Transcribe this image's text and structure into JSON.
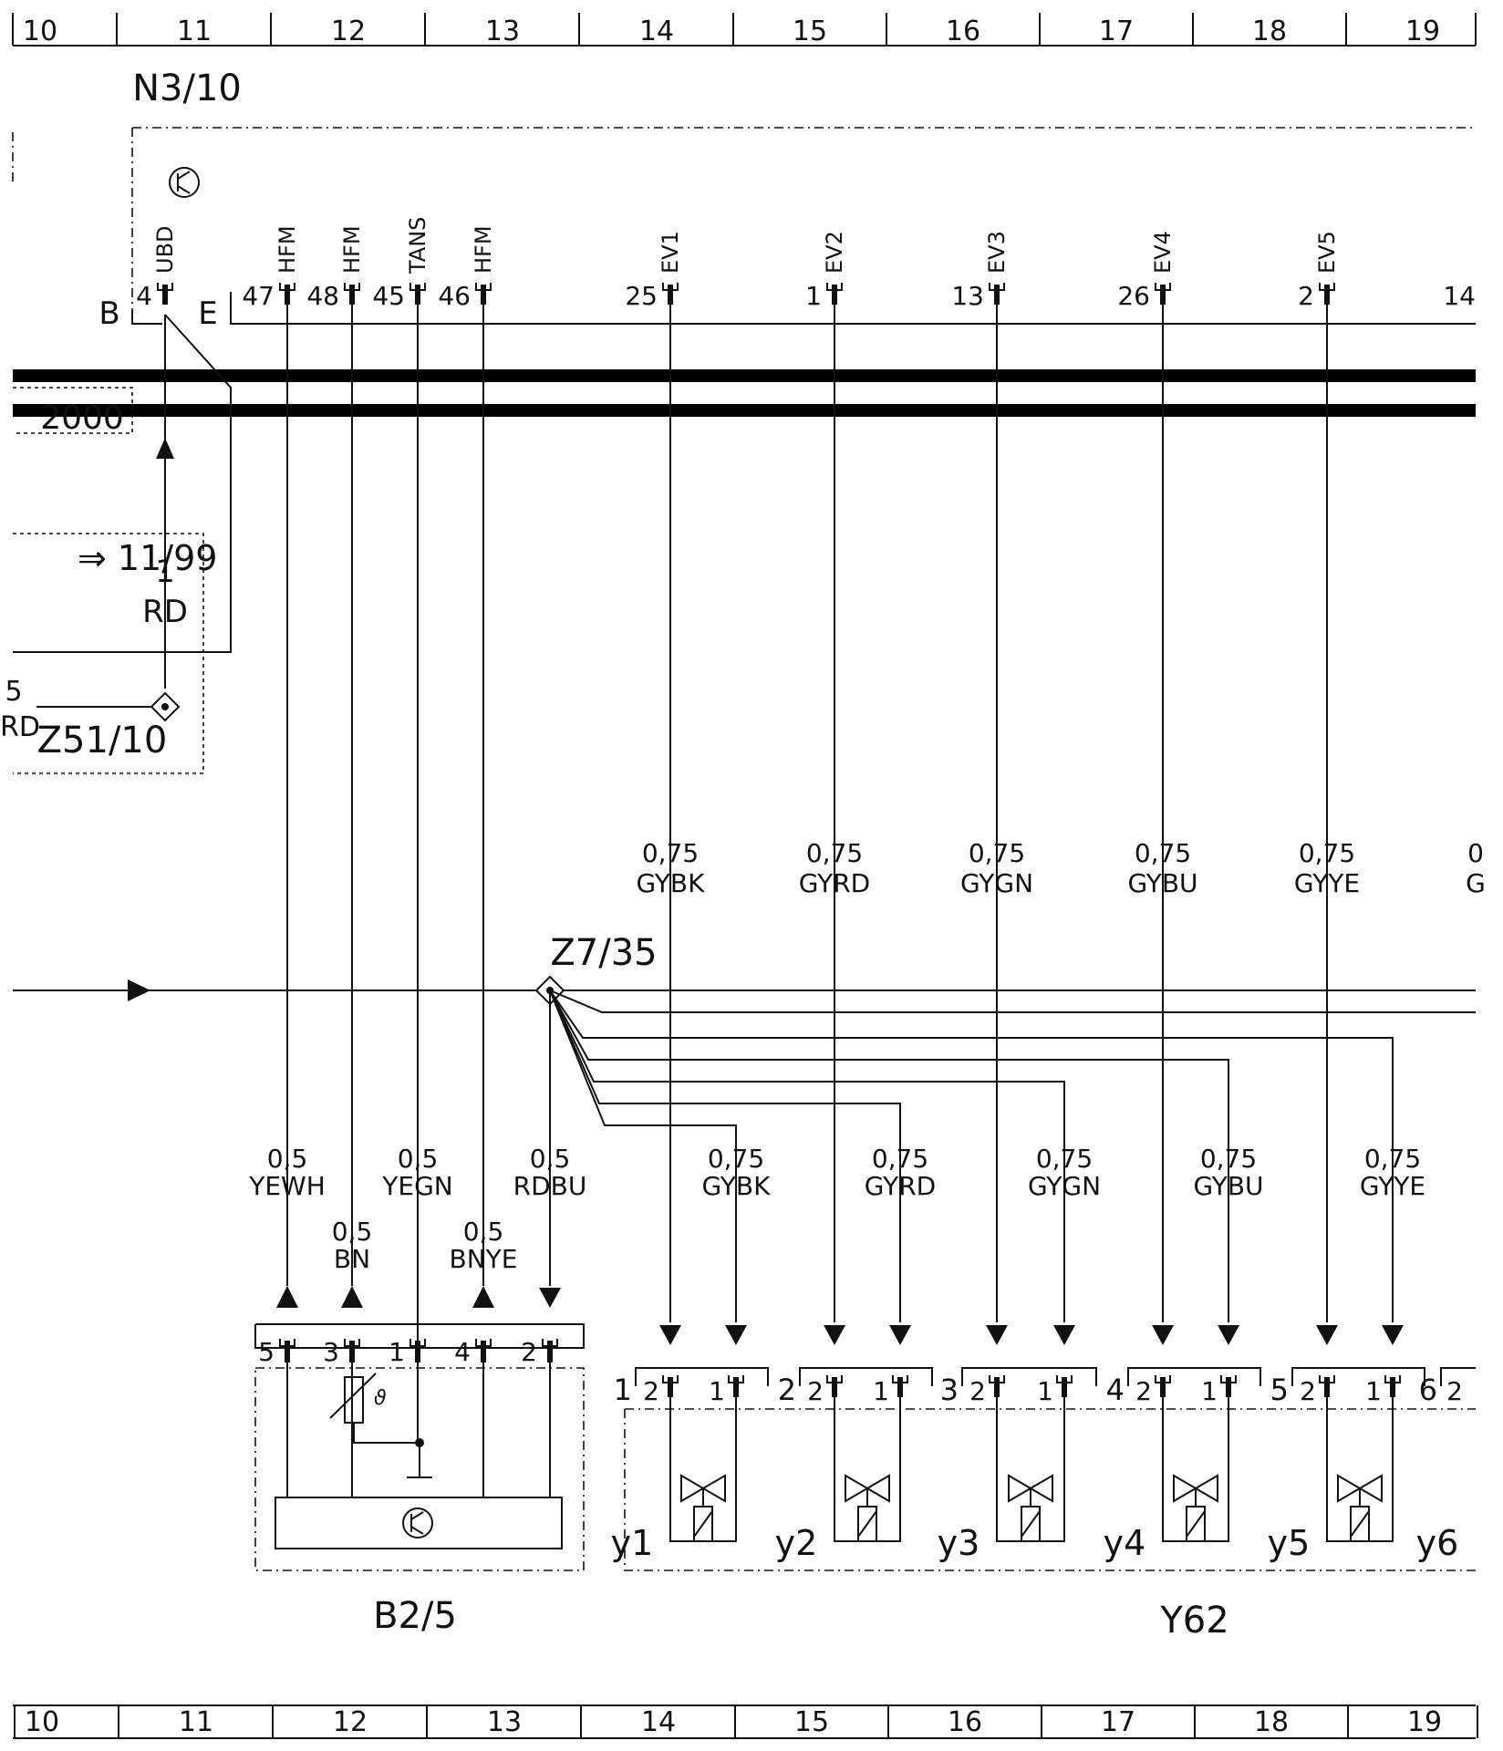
{
  "ruler": {
    "top": [
      "10",
      "11",
      "12",
      "13",
      "14",
      "15",
      "16",
      "17",
      "18",
      "19"
    ],
    "bottom": [
      "10",
      "11",
      "12",
      "13",
      "14",
      "15",
      "16",
      "17",
      "18",
      "19"
    ]
  },
  "components": {
    "control_unit": "N3/10",
    "connector_b": "B",
    "connector_e": "E",
    "ground_point_ctrl": "Z51/10",
    "ground_point_main": "Z7/35",
    "sensor": "B2/5",
    "valve_block": "Y62"
  },
  "bus_label": "2000",
  "ref_arrow": "⇒ 11/99",
  "ref_wire": {
    "size": "1",
    "color": "RD"
  },
  "partial_left": {
    "top": "5",
    "bottom": "RD"
  },
  "control_pins": [
    {
      "num": "4",
      "sig": "UBD"
    },
    {
      "num": "47",
      "sig": "HFM"
    },
    {
      "num": "48",
      "sig": "HFM"
    },
    {
      "num": "45",
      "sig": "TANS"
    },
    {
      "num": "46",
      "sig": "HFM"
    },
    {
      "num": "25",
      "sig": "EV1"
    },
    {
      "num": "1",
      "sig": "EV2"
    },
    {
      "num": "13",
      "sig": "EV3"
    },
    {
      "num": "26",
      "sig": "EV4"
    },
    {
      "num": "2",
      "sig": "EV5"
    },
    {
      "num": "14",
      "sig": ""
    }
  ],
  "upper_wires": [
    {
      "size": "0,75",
      "color": "GYBK"
    },
    {
      "size": "0,75",
      "color": "GYRD"
    },
    {
      "size": "0,75",
      "color": "GYGN"
    },
    {
      "size": "0,75",
      "color": "GYBU"
    },
    {
      "size": "0,75",
      "color": "GYYE"
    },
    {
      "size": "0",
      "color": "G"
    }
  ],
  "sensor_wires": [
    {
      "size": "0,5",
      "color": "YEWH"
    },
    {
      "size": "0,5",
      "color": "BN"
    },
    {
      "size": "0,5",
      "color": "YEGN"
    },
    {
      "size": "0,5",
      "color": "BNYE"
    },
    {
      "size": "0,5",
      "color": "RDBU"
    }
  ],
  "ground_wires": [
    {
      "size": "0,75",
      "color": "GYBK"
    },
    {
      "size": "0,75",
      "color": "GYRD"
    },
    {
      "size": "0,75",
      "color": "GYGN"
    },
    {
      "size": "0,75",
      "color": "GYBU"
    },
    {
      "size": "0,75",
      "color": "GYYE"
    }
  ],
  "sensor_pins": [
    "5",
    "3",
    "1",
    "4",
    "2"
  ],
  "valves": [
    {
      "group": "1",
      "p2": "2",
      "p1": "1",
      "label": "y1"
    },
    {
      "group": "2",
      "p2": "2",
      "p1": "1",
      "label": "y2"
    },
    {
      "group": "3",
      "p2": "2",
      "p1": "1",
      "label": "y3"
    },
    {
      "group": "4",
      "p2": "2",
      "p1": "1",
      "label": "y4"
    },
    {
      "group": "5",
      "p2": "2",
      "p1": "1",
      "label": "y5"
    },
    {
      "group": "6",
      "p2": "2",
      "p1": "",
      "label": "y6"
    }
  ],
  "ntc_symbol": "ϑ"
}
